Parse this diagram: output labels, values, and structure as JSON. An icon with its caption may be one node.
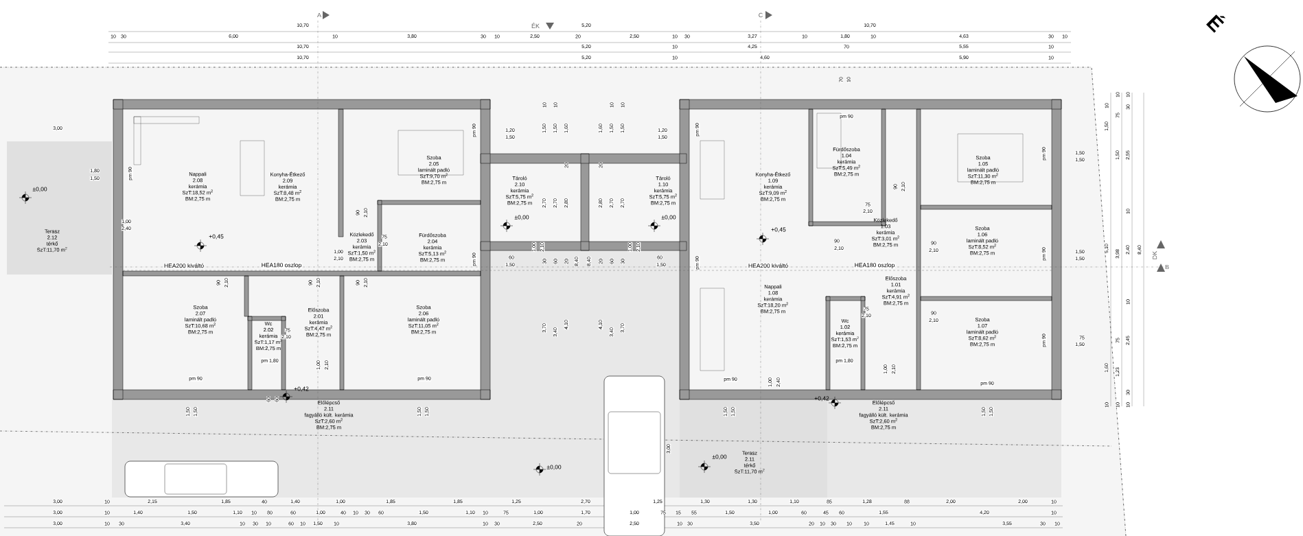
{
  "diagram": {
    "nodes": [
      {
        "text": [
          "Nappali",
          "2.08",
          "kerámia",
          "SzT:18,52 m$^{2}$",
          "BM:2,75 m"
        ]
      },
      {
        "text": [
          "Konyha-Étkező",
          "2.09",
          "kerámia",
          "SzT:8,48 m$^{2}$",
          "BM:2,75 m"
        ]
      },
      {
        "text": [
          "Szoba",
          "2.05",
          "laminált padló",
          "SzT:9,70 m$^{2}$",
          "BM:2,75 m"
        ]
      },
      {
        "text": [
          "Tároló",
          "2.10",
          "kerámia",
          "SzT:5,75 m$^{2}$",
          "BM:2,75 m"
        ]
      },
      {
        "text": [
          "Tároló",
          "1.10",
          "kerámia",
          "SzT:5,75 m$^{2}$",
          "BM:2,75 m"
        ]
      },
      {
        "text": [
          "Konyha-Étkező",
          "1.09",
          "kerámia",
          "SzT:9,09 m$^{2}$",
          "BM:2,75 m"
        ]
      },
      {
        "text": [
          "Fürdőszoba",
          "1.04",
          "kerámia",
          "SzT:5,49 m$^{2}$",
          "BM:2,75 m"
        ]
      },
      {
        "text": [
          "Szoba",
          "1.05",
          "laminált padló",
          "SzT:11,30 m$^{2}$",
          "BM:2,75 m"
        ]
      },
      {
        "text": [
          "Terasz",
          "2.12",
          "térkő",
          "SzT:11,70 m$^{2}$"
        ]
      },
      {
        "text": [
          "Közlekedő",
          "2.03",
          "kerámia",
          "SzT:1,50 m$^{2}$",
          "BM:2,75 m"
        ]
      },
      {
        "text": [
          "Fürdőszoba",
          "2.04",
          "kerámia",
          "SzT:5,13 m$^{2}$",
          "BM:2,75 m"
        ]
      },
      {
        "text": [
          "Közlekedő",
          "1.03",
          "kerámia",
          "SzT:3,01 m$^{2}$",
          "BM:2,75 m"
        ]
      },
      {
        "text": [
          "Szoba",
          "1.06",
          "laminált padló",
          "SzT:8,52 m$^{2}$",
          "BM:2,75 m"
        ]
      },
      {
        "text": [
          "Szoba",
          "2.07",
          "laminált padló",
          "SzT:10,68 m$^{2}$",
          "BM:2,75 m"
        ]
      },
      {
        "text": [
          "Wc",
          "2.02",
          "kerámia",
          "SzT:1,17 m$^{2}$",
          "BM:2,75 m"
        ]
      },
      {
        "text": [
          "Előszoba",
          "2.01",
          "kerámia",
          "SzT:4,47 m$^{2}$",
          "BM:2,75 m"
        ]
      },
      {
        "text": [
          "Szoba",
          "2.06",
          "laminált padló",
          "SzT:11,05 m$^{2}$",
          "BM:2,75 m"
        ]
      },
      {
        "text": [
          "Nappali",
          "1.08",
          "kerámia",
          "SzT:18,20 m$^{2}$",
          "BM:2,75 m"
        ]
      },
      {
        "text": [
          "Előszoba",
          "1.01",
          "kerámia",
          "SzT:4,91 m$^{2}$",
          "BM:2,75 m"
        ]
      },
      {
        "text": [
          "Wc",
          "1.02",
          "kerámia",
          "SzT:1,53 m$^{2}$",
          "BM:2,75 m"
        ]
      },
      {
        "text": [
          "Szoba",
          "1.07",
          "laminált padló",
          "SzT:8,62 m$^{2}$",
          "BM:2,75 m"
        ]
      },
      {
        "text": [
          "Előlépcső",
          "2.11",
          "fagyálló kült. kerámia",
          "SzT:2,60 m$^{2}$",
          "BM:2,75 m"
        ]
      },
      {
        "text": [
          "Előlépcső",
          "2.11",
          "fagyálló kült. kerámia",
          "SzT:2,60 m$^{2}$",
          "BM:2,75 m"
        ]
      },
      {
        "text": [
          "Terasz",
          "2.11",
          "térkő",
          "SzT:11,70 m$^{2}$"
        ]
      }
    ],
    "labels": [
      "A",
      "10,70",
      "ÉK",
      "5,20",
      "C",
      "10,70",
      "É",
      "10",
      "30",
      "6,00",
      "10",
      "3,80",
      "30",
      "10",
      "2,50",
      "20",
      "2,50",
      "10",
      "30",
      "3,27",
      "10",
      "1,80",
      "10",
      "4,63",
      "30",
      "10",
      "10,70",
      "5,20",
      "10",
      "4,25",
      "70",
      "5,55",
      "10",
      "10,70",
      "5,20",
      "10",
      "4,60",
      "5,90",
      "10",
      "3,00",
      "1,80",
      "1,50",
      "pm 90",
      "±0,00",
      "1,00",
      "2,40",
      "+0,45",
      "HEA200 kiváltó",
      "HEA180 oszlop",
      "90",
      "2,10",
      "75",
      "2,10",
      "1,00",
      "2,10",
      "pm 90",
      "pm 90",
      "90",
      "2,10",
      "90",
      "2,10",
      "90",
      "2,10",
      "75",
      "2,10",
      "pm 1,80",
      "1,00",
      "2,10",
      "pm 90",
      "pm 90",
      "+0,42",
      "60",
      "60",
      "1,50",
      "1,50",
      "1,50",
      "1,50",
      "1,20",
      "1,50",
      "1,20",
      "1,50",
      "10",
      "10",
      "10",
      "10",
      "1,50",
      "1,50",
      "1,60",
      "1,60",
      "1,50",
      "1,50",
      "20",
      "20",
      "2,70",
      "2,70",
      "2,80",
      "2,80",
      "2,70",
      "2,70",
      "±0,00",
      "±0,00",
      "1,00",
      "2,10",
      "1,00",
      "2,10",
      "60",
      "30",
      "60",
      "20",
      "8,40",
      "8,40",
      "20",
      "60",
      "30",
      "60",
      "1,50",
      "1,50",
      "3,70",
      "3,40",
      "4,10",
      "4,10",
      "3,40",
      "3,70",
      "pm 90",
      "pm 90",
      "70",
      "10",
      "pm 90",
      "+0,45",
      "75",
      "2,10",
      "90",
      "2,10",
      "HEA200 kiváltó",
      "HEA180 oszlop",
      "75",
      "2,10",
      "pm 1,80",
      "pm 90",
      "1,00",
      "2,40",
      "+0,42",
      "90",
      "2,10",
      "90",
      "2,10",
      "90",
      "2,10",
      "1,00",
      "2,10",
      "pm 90",
      "1,50",
      "1,50",
      "pm 90",
      "1,50",
      "1,50",
      "pm 90",
      "75",
      "1,50",
      "pm 90",
      "1,50",
      "1,50",
      "1,50",
      "1,50",
      "10",
      "1,50",
      "5,10",
      "1,60",
      "10",
      "10",
      "75",
      "1,50",
      "3,98",
      "75",
      "1,23",
      "10",
      "10",
      "30",
      "2,55",
      "10",
      "2,40",
      "10",
      "2,45",
      "30",
      "10",
      "8,40",
      "DK",
      "B",
      "3,00",
      "±0,00",
      "±0,00",
      "3,00",
      "10",
      "2,15",
      "1,85",
      "40",
      "1,40",
      "1,00",
      "1,85",
      "1,85",
      "1,25",
      "2,70",
      "1,25",
      "1,30",
      "1,30",
      "1,10",
      "85",
      "1,28",
      "88",
      "2,00",
      "2,00",
      "10",
      "3,00",
      "10",
      "1,40",
      "1,50",
      "1,10",
      "10",
      "80",
      "60",
      "1,00",
      "40",
      "10",
      "30",
      "60",
      "1,50",
      "1,10",
      "10",
      "75",
      "1,00",
      "1,70",
      "1,00",
      "75",
      "15",
      "55",
      "1,50",
      "1,00",
      "60",
      "45",
      "60",
      "1,55",
      "4,20",
      "10",
      "3,00",
      "10",
      "30",
      "3,40",
      "10",
      "30",
      "10",
      "60",
      "10",
      "1,50",
      "10",
      "3,80",
      "10",
      "30",
      "2,50",
      "20",
      "2,50",
      "10",
      "30",
      "3,50",
      "20",
      "10",
      "30",
      "10",
      "10",
      "1,45",
      "10",
      "3,55",
      "30",
      "10"
    ]
  }
}
